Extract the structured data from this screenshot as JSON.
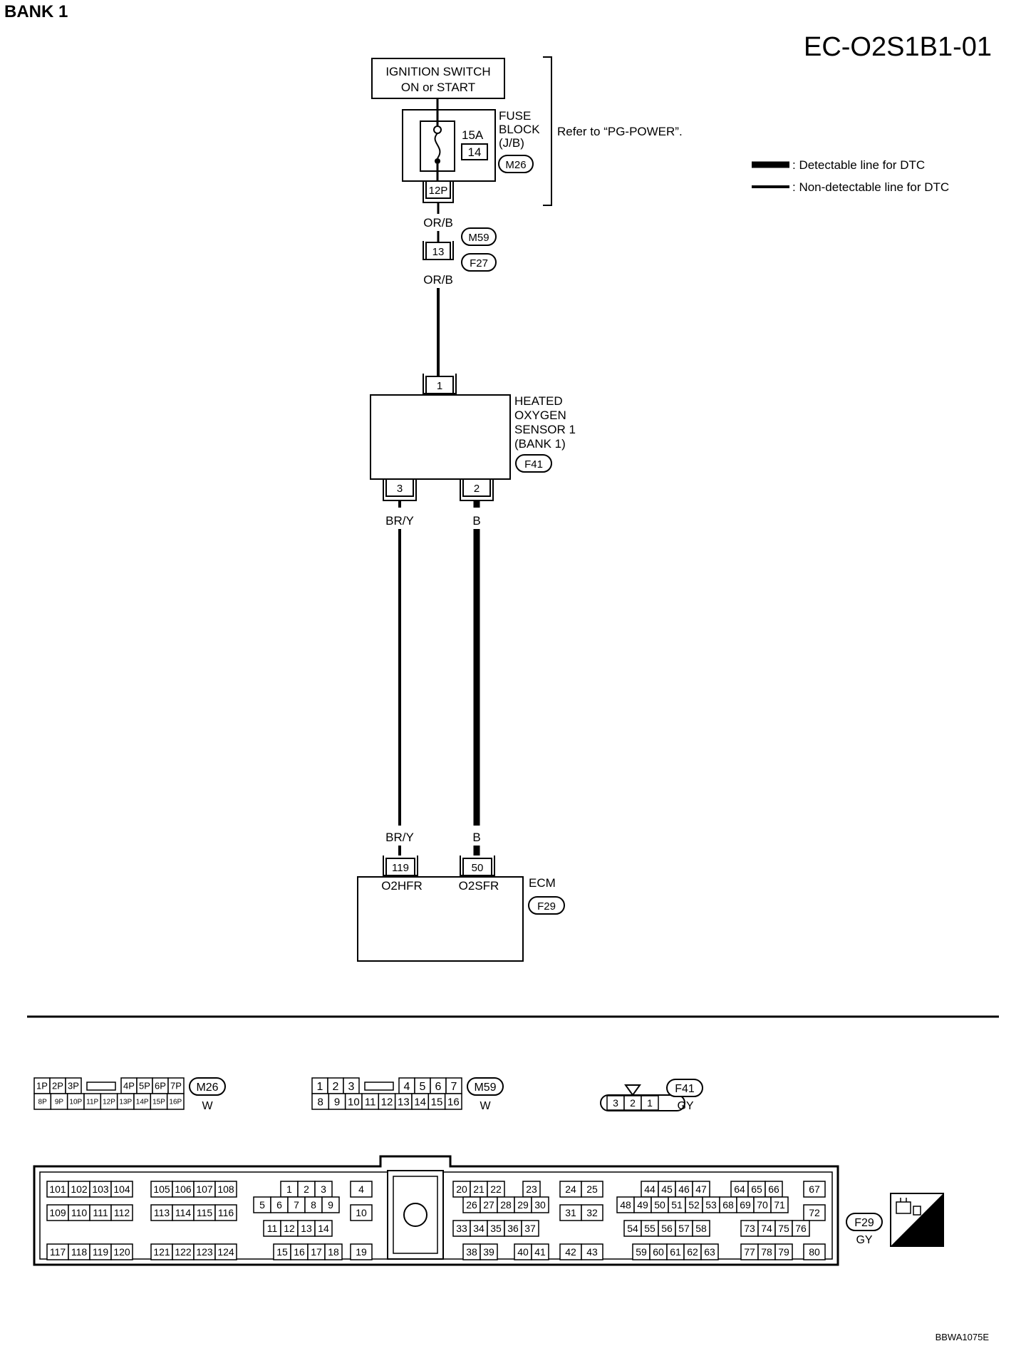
{
  "header": {
    "bank": "BANK 1",
    "diagram_code": "EC-O2S1B1-01",
    "figure_code": "BBWA1075E"
  },
  "legend": {
    "detectable": ": Detectable line for DTC",
    "non_detectable": ": Non-detectable line for DTC"
  },
  "ignition": {
    "line1": "IGNITION SWITCH",
    "line2": "ON or START"
  },
  "fuse_block": {
    "line1": "FUSE",
    "line2": "BLOCK",
    "line3": "(J/B)",
    "connector": "M26",
    "amperage": "15A",
    "fuse_no": "14",
    "terminal": "12P",
    "note": "Refer to “PG-POWER”."
  },
  "wire_top": {
    "color_upper": "OR/B",
    "color_lower": "OR/B",
    "joint_terminal": "13",
    "conn_upper": "M59",
    "conn_lower": "F27"
  },
  "sensor": {
    "line1": "HEATED",
    "line2": "OXYGEN",
    "line3": "SENSOR 1",
    "line4": "(BANK 1)",
    "connector": "F41",
    "pin_top": "1",
    "pin_left": "3",
    "pin_right": "2"
  },
  "wire_left": {
    "color_top": "BR/Y",
    "color_bottom": "BR/Y"
  },
  "wire_right": {
    "color_top": "B",
    "color_bottom": "B"
  },
  "ecm": {
    "title": "ECM",
    "connector": "F29",
    "pin_left": "119",
    "pin_right": "50",
    "sig_left": "O2HFR",
    "sig_right": "O2SFR"
  },
  "connectors": {
    "m26": {
      "id": "M26",
      "color": "W",
      "top": [
        "1P",
        "2P",
        "3P",
        "4P",
        "5P",
        "6P",
        "7P"
      ],
      "bottom": [
        "8P",
        "9P",
        "10P",
        "11P",
        "12P",
        "13P",
        "14P",
        "15P",
        "16P"
      ]
    },
    "m59": {
      "id": "M59",
      "color": "W",
      "top": [
        "1",
        "2",
        "3",
        "4",
        "5",
        "6",
        "7"
      ],
      "bottom": [
        "8",
        "9",
        "10",
        "11",
        "12",
        "13",
        "14",
        "15",
        "16"
      ]
    },
    "f41": {
      "id": "F41",
      "color": "GY",
      "pins": [
        "3",
        "2",
        "1"
      ]
    },
    "f29": {
      "id": "F29",
      "color": "GY",
      "hs": "H.S.",
      "rows": [
        [
          "101",
          "102",
          "103",
          "104",
          "105",
          "106",
          "107",
          "108",
          "1",
          "2",
          "3",
          "4",
          "20",
          "21",
          "22",
          "23",
          "24",
          "25",
          "44",
          "45",
          "46",
          "47",
          "64",
          "65",
          "66",
          "67"
        ],
        [
          "5",
          "6",
          "7",
          "8",
          "9",
          "10",
          "26",
          "27",
          "28",
          "29",
          "30"
        ],
        [
          "109",
          "110",
          "111",
          "112",
          "113",
          "114",
          "115",
          "116",
          "31",
          "32",
          "48",
          "49",
          "50",
          "51",
          "52",
          "53",
          "68",
          "69",
          "70",
          "71",
          "72"
        ],
        [
          "11",
          "12",
          "13",
          "14",
          "33",
          "34",
          "35",
          "36",
          "37",
          "54",
          "55",
          "56",
          "57",
          "58",
          "73",
          "74",
          "75",
          "76"
        ],
        [
          "117",
          "118",
          "119",
          "120",
          "121",
          "122",
          "123",
          "124",
          "15",
          "16",
          "17",
          "18",
          "19",
          "38",
          "39",
          "40",
          "41",
          "42",
          "43",
          "59",
          "60",
          "61",
          "62",
          "63",
          "77",
          "78",
          "79",
          "80"
        ]
      ]
    }
  }
}
